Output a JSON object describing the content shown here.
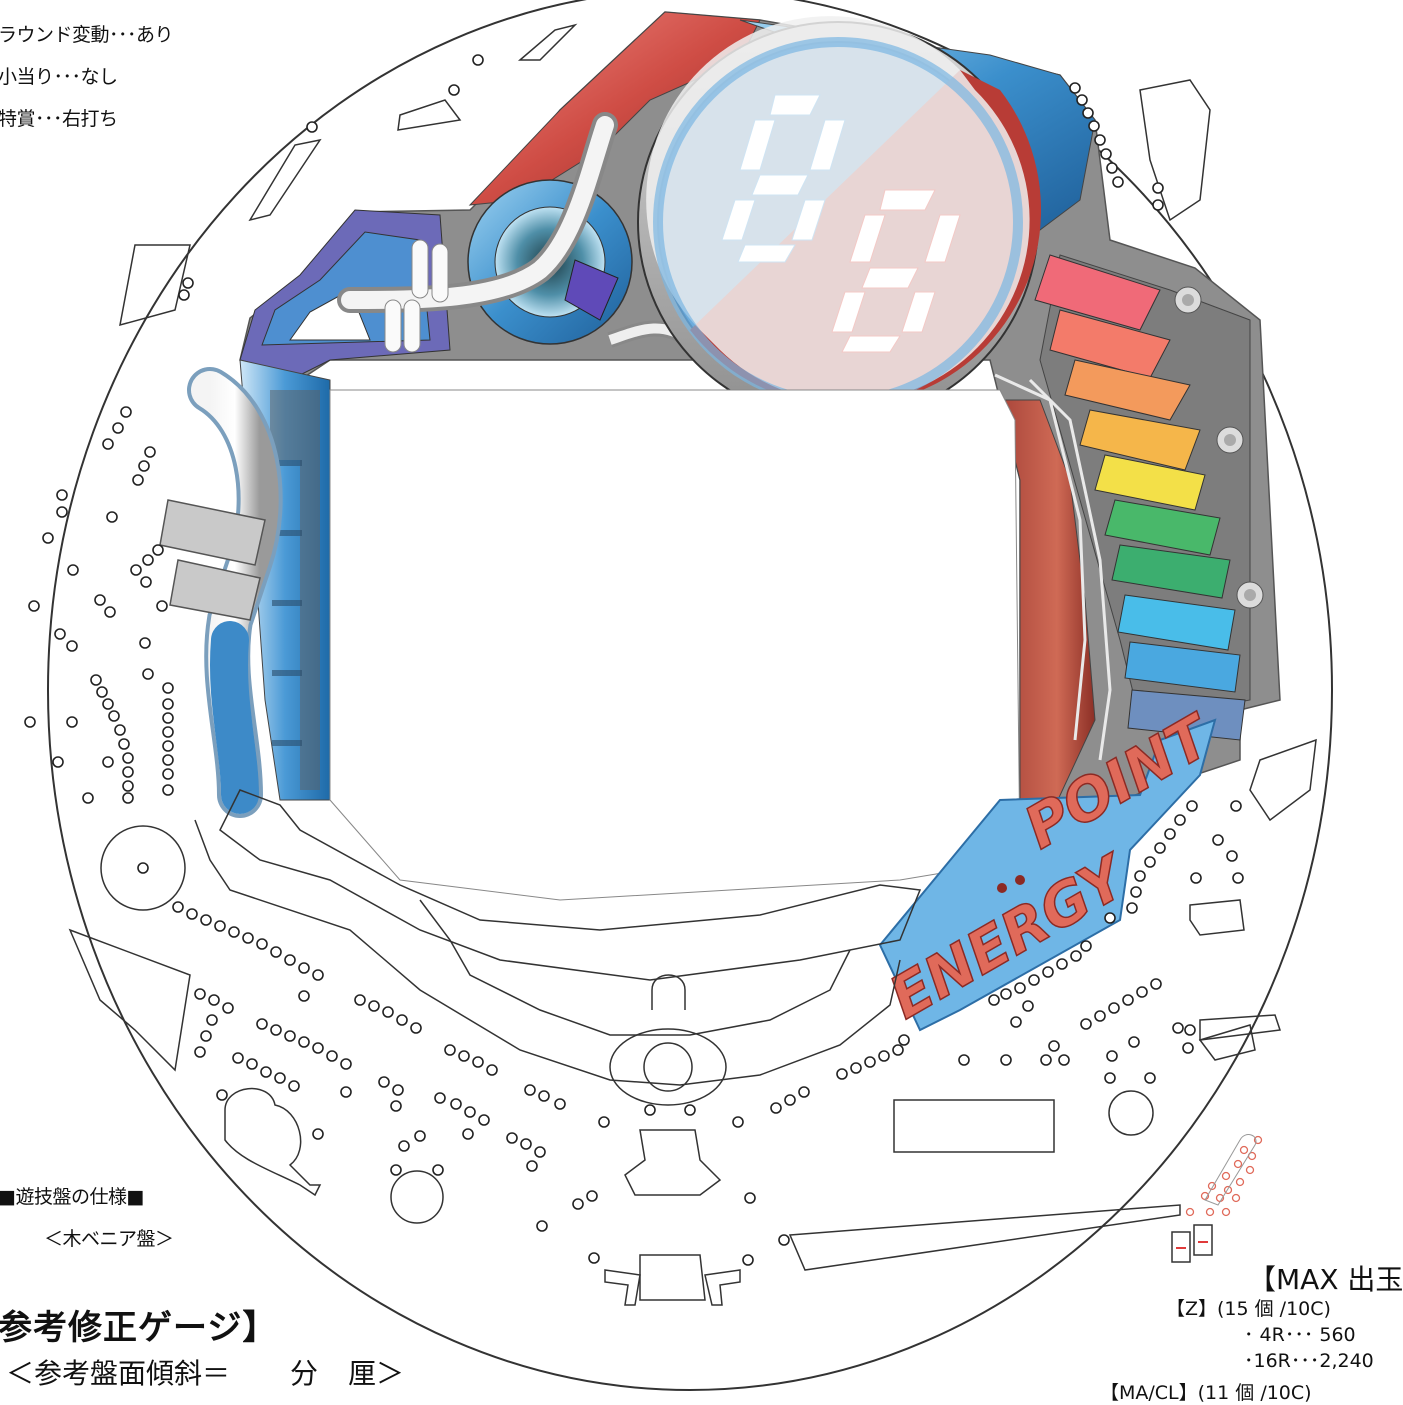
{
  "spec_lines": [
    "ラウンド変動･･･あり",
    "小当り･･･なし",
    "特賞･･･右打ち"
  ],
  "board_spec": {
    "heading": "■遊技盤の仕様■",
    "veneer": "＜木ベニア盤＞"
  },
  "gauge": {
    "title": "参考修正ゲージ】",
    "tilt_label": "＜参考盤面傾斜＝",
    "tilt_unit_1": "分",
    "tilt_unit_2": "厘＞"
  },
  "max_payout": {
    "title": "【MAX 出玉",
    "z_label": "【Z】(15 個 /10C)",
    "row_4r": "･ 4R･･･ 560",
    "row_16r": "･16R･･･2,240",
    "ma_label": "【MA/CL】(11 個 /10C)"
  },
  "logo_text": {
    "energy": "ENERGY",
    "point": "POINT"
  },
  "colors": {
    "frame_blue": "#2f7fc0",
    "frame_red": "#c8473e",
    "frame_gray": "#a8a8a8",
    "logo_bg": "#6fb6e6",
    "logo_text": "#e06a5a"
  }
}
